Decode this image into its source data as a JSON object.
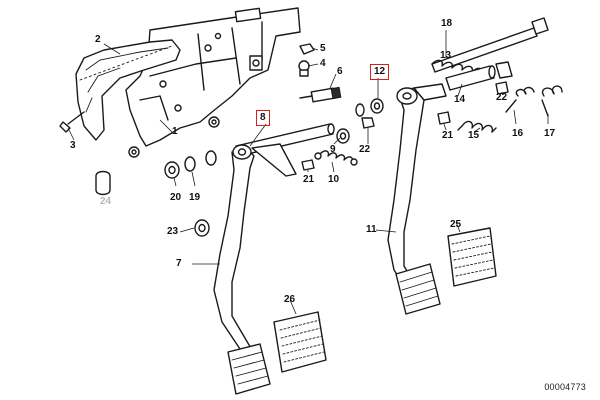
{
  "callouts": {
    "c1": "1",
    "c2": "2",
    "c3": "3",
    "c4": "4",
    "c5": "5",
    "c6": "6",
    "c7": "7",
    "c8": "8",
    "c9": "9",
    "c10": "10",
    "c11": "11",
    "c12": "12",
    "c13": "13",
    "c14": "14",
    "c15": "15",
    "c16": "16",
    "c17": "17",
    "c18": "18",
    "c19": "19",
    "c20": "20",
    "c21a": "21",
    "c21b": "21",
    "c22a": "22",
    "c22b": "22",
    "c23": "23",
    "c24": "24",
    "c25": "25",
    "c26": "26"
  },
  "highlighted_callouts": [
    "8",
    "12"
  ],
  "highlight_color": "#d62020",
  "faded_callouts": [
    "24"
  ],
  "document_number": "00004773"
}
